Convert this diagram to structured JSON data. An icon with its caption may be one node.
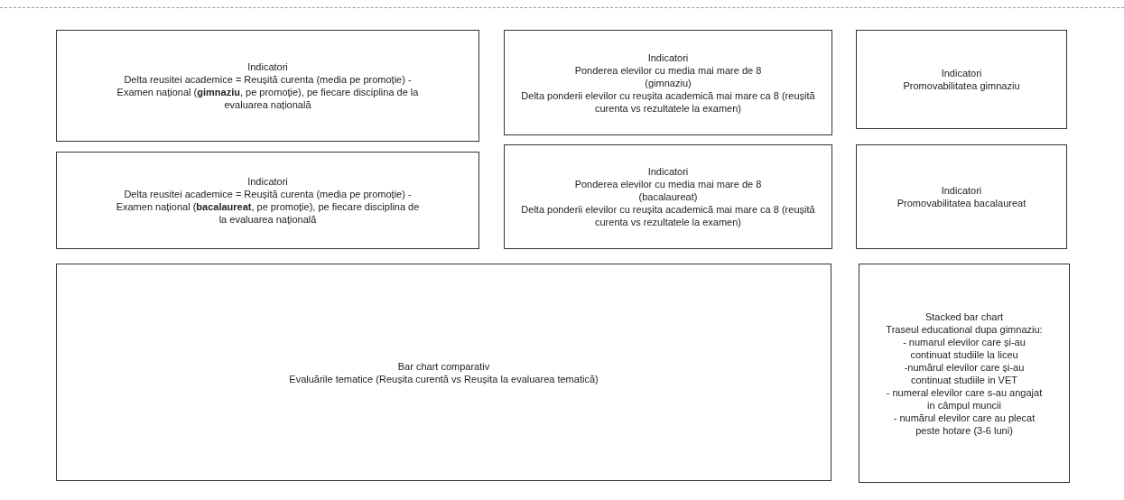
{
  "diagram": {
    "nodes": [
      {
        "text": [
          "Indicatori",
          "Delta reusitei academice = Reușită curenta (media pe promoție) - Examen național (**gimnaziu**, pe promoție), pe fiecare disciplina de la evaluarea națională"
        ]
      },
      {
        "text": [
          "Indicatori",
          "Ponderea elevilor cu media mai mare de 8 (gimnaziu)",
          "Delta ponderii elevilor cu reușita academică mai mare ca 8 (reușită curenta vs rezultatele la examen)"
        ]
      },
      {
        "text": [
          "Indicatori",
          "Promovabilitatea gimnaziu"
        ]
      },
      {
        "text": [
          "Indicatori",
          "Delta reusitei academice = Reușită curenta (media pe promoție) - Examen național (**bacalaureat**, pe promoție), pe fiecare disciplina de la evaluarea națională"
        ]
      },
      {
        "text": [
          "Indicatori",
          "Ponderea elevilor cu media mai mare de 8 (bacalaureat)",
          "Delta ponderii elevilor cu reușita academică mai mare ca 8 (reușită curenta vs rezultatele la examen)"
        ]
      },
      {
        "text": [
          "Indicatori",
          "Promovabilitatea bacalaureat"
        ]
      },
      {
        "text": [
          "Bar chart comparativ",
          "Evaluările tematice (Reușita curentă vs Reușita la evaluarea tematică)"
        ]
      },
      {
        "text": [
          "Stacked bar chart",
          "Traseul educational dupa gimnaziu:",
          "- numarul elevilor care și-au continuat studiile la liceu",
          "-numărul elevilor care și-au continuat studiile in VET",
          "- numeral elevilor care s-au angajat in câmpul muncii",
          "- numărul elevilor care au plecat peste hotare (3-6 luni)"
        ]
      }
    ]
  }
}
